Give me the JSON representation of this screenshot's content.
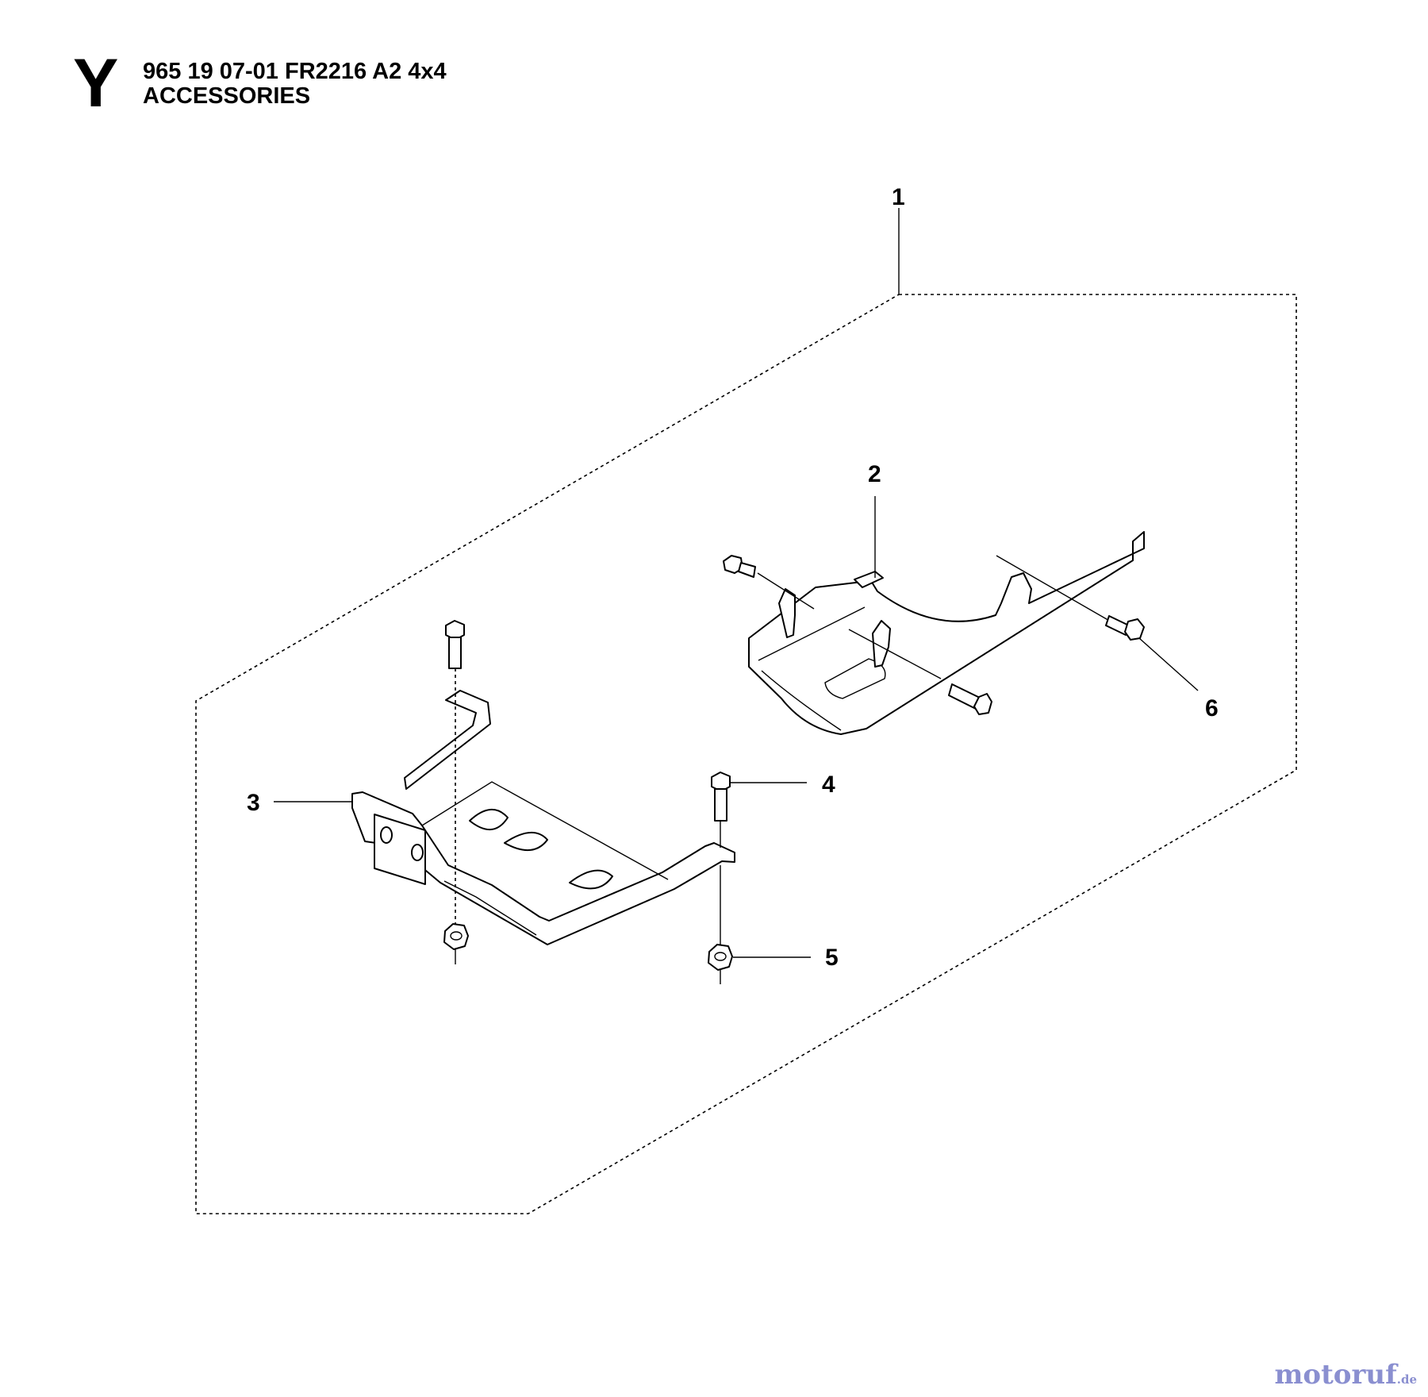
{
  "header": {
    "section_letter": "Y",
    "part_code": "965 19 07-01 FR2216 A2 4x4",
    "title": "ACCESSORIES"
  },
  "callouts": [
    "1",
    "2",
    "3",
    "4",
    "5",
    "6"
  ],
  "watermark": {
    "text": "motoruf",
    "suffix": ".de"
  }
}
